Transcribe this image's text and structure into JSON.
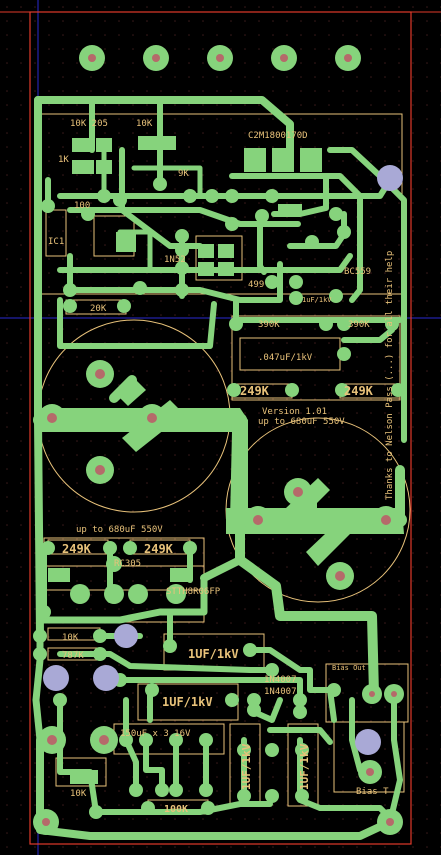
{
  "colors": {
    "background": "#000000",
    "grid_dot": "#3a1a1a",
    "board_outline": "#e03a2a",
    "trace": "#86d37c",
    "pad": "#86d37c",
    "pad_hole": "#b56a6a",
    "silkscreen": "#e8c27a",
    "via_mount": "#a9a9d6",
    "crosshair": "#2a2ad0"
  },
  "labels": {
    "r_10k_205": "10K 205",
    "r_10k_top": "10K",
    "q_c2m": "C2M1800170D",
    "r_1k": "1K",
    "r_9k": "9K",
    "r_100": "100",
    "ic_u1": "IC1",
    "zener": "1N52",
    "r_499": "499",
    "bc": "BC559",
    "r_20k": "20K",
    "r_390k_a": "390K",
    "r_390k_b": "390K",
    "cap_047": ".047uF/1kV",
    "cap_1uf_tiny": "1uF/1kV",
    "r_249k_a": "249K",
    "r_249k_b": "249K",
    "version": "Version 1.01",
    "cap_rating_top": "up to 680uF 550V",
    "cap_rating_bottom": "up to 680uF 550V",
    "thanks": "Thanks to Nelson Pass (...) for all their help",
    "r_249k_c": "249K",
    "r_249k_d": "249K",
    "bridge": "RC305",
    "diode": "STTH8R06FP",
    "r_10k_bottom": "10K",
    "r_787k": "787K",
    "cap_1uf_a": "1UF/1kV",
    "diode_1n4007_a": "1N4007",
    "diode_1n4007_b": "1N4007",
    "cap_1uf_b": "1UF/1kV",
    "cap_150uv": "150uF x 3 16V",
    "cap_1uf_c": "1UF/1kV",
    "cap_1uf_d": "1UF/1kV",
    "r_100k": "100K",
    "bias_out": "Bias Out",
    "bias_t": "Bias T",
    "r_10k_lower": "10K"
  }
}
